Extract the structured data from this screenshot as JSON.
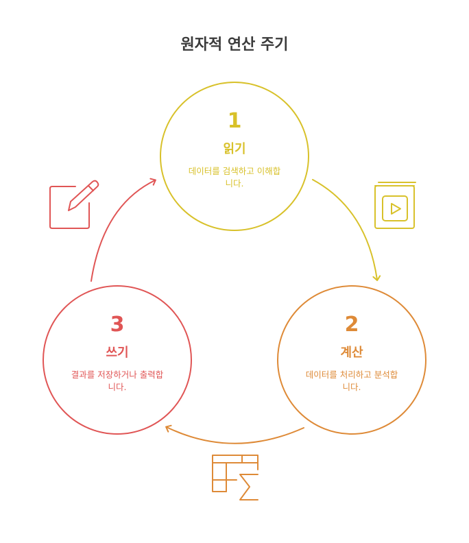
{
  "title": "원자적 연산 주기",
  "colors": {
    "read": "#d8c12a",
    "compute": "#de8a37",
    "write": "#e05555",
    "title": "#3a3a3a"
  },
  "steps": [
    {
      "number": "1",
      "heading": "읽기",
      "desc_line1": "데이터를 검색하고 이해합",
      "desc_line2": "니다.",
      "icon": "video-book-icon"
    },
    {
      "number": "2",
      "heading": "계산",
      "desc_line1": "데이터를 처리하고 분석합",
      "desc_line2": "니다.",
      "icon": "table-sigma-icon"
    },
    {
      "number": "3",
      "heading": "쓰기",
      "desc_line1": "결과를 저장하거나 출력합",
      "desc_line2": "니다.",
      "icon": "edit-pencil-icon"
    }
  ]
}
